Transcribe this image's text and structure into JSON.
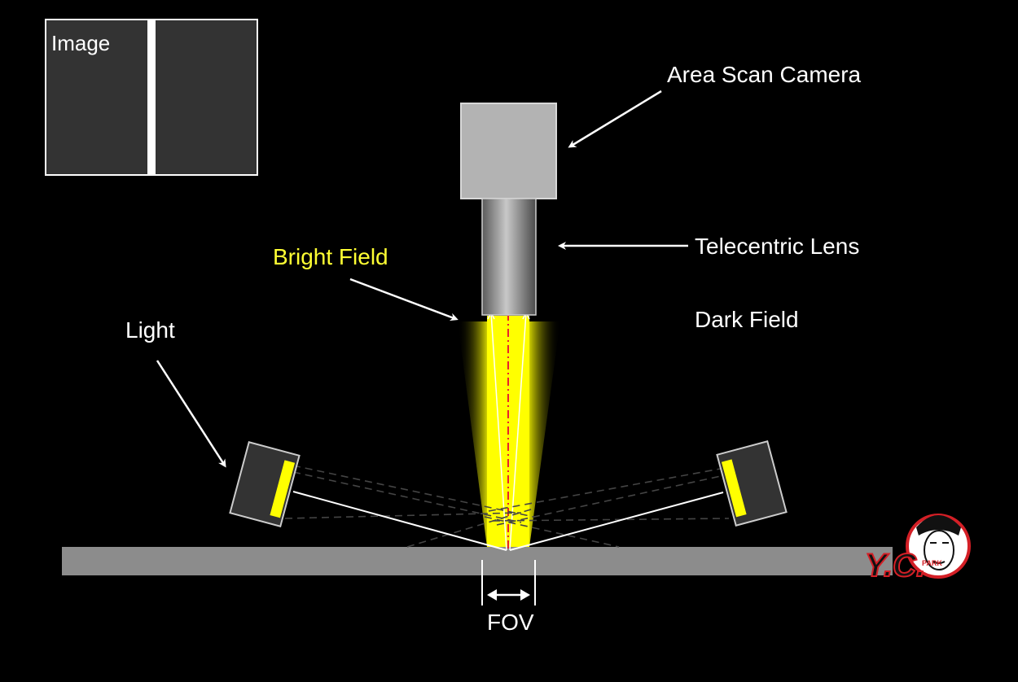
{
  "labels": {
    "image": "Image",
    "camera": "Area Scan  Camera",
    "lens": "Telecentric Lens",
    "bright_field": "Bright Field",
    "dark_field": "Dark Field",
    "light": "Light",
    "fov": "FOV"
  },
  "logo": {
    "text": "Y.C.",
    "subtext": "PARK"
  },
  "colors": {
    "background": "#000000",
    "camera_body": "#b3b3b3",
    "lens": "#8a8a8a",
    "beam": "#ffff00",
    "stage": "#8c8c8c",
    "light_housing": "#333333",
    "light_emitter": "#ffff00",
    "inset_panel": "#333333",
    "axis_line": "#e8212b",
    "bright_field_text": "#ffff33"
  }
}
